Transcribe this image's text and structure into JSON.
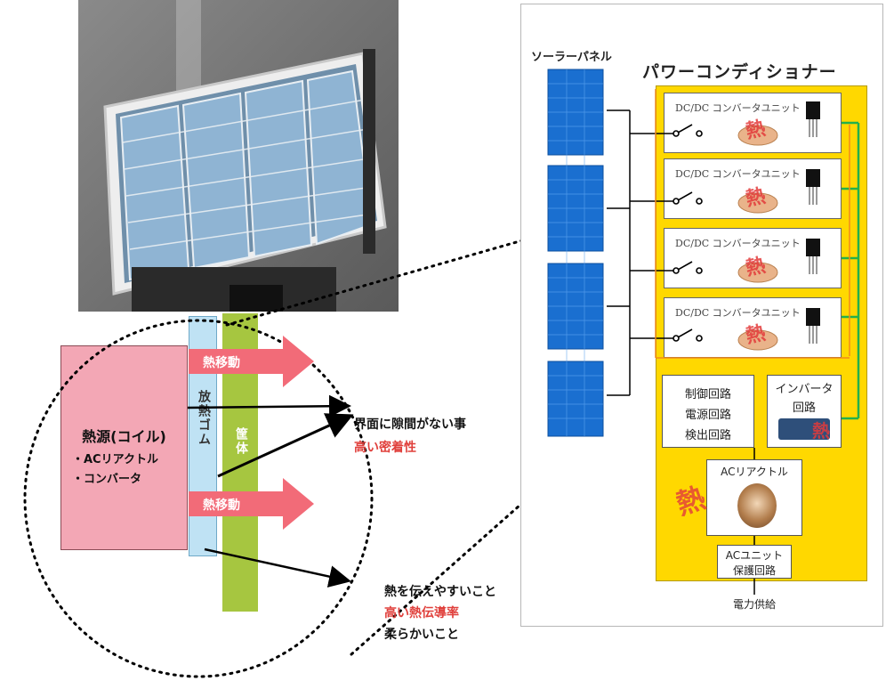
{
  "left": {
    "heat_source": {
      "title": "熱源(コイル)",
      "items": [
        "・ACリアクトル",
        "・コンバータ"
      ]
    },
    "rubber_label": "放熱ゴム",
    "case_label": "筐体",
    "arrow_labels": [
      "熱移動",
      "熱移動"
    ],
    "notes": {
      "n1": "界面に隙間がない事",
      "n2": "高い密着性",
      "n3": "熱を伝えやすいこと",
      "n4": "高い熱伝導率",
      "n5": "柔らかいこと"
    }
  },
  "right": {
    "solar_label": "ソーラーパネル",
    "title": "パワーコンディショナー",
    "dc_units": [
      "DC/DC コンバータユニット",
      "DC/DC コンバータユニット",
      "DC/DC コンバータユニット",
      "DC/DC コンバータユニット"
    ],
    "control_lines": [
      "制御回路",
      "電源回路",
      "検出回路"
    ],
    "inverter_lines": [
      "インバータ",
      "回路"
    ],
    "reactor_label": "ACリアクトル",
    "ac_unit_lines": [
      "ACユニット",
      "保護回路"
    ],
    "power_supply": "電力供給",
    "heat_mark": "熱"
  },
  "colors": {
    "heat_source": "#f3a7b5",
    "rubber": "#bfe2f4",
    "case": "#a6c640",
    "arrow": "#f26b78",
    "note_red": "#e0403c",
    "pcs_yellow": "#ffd800",
    "solar_blue": "#1a6fd0",
    "connection_green": "#22b14c"
  }
}
